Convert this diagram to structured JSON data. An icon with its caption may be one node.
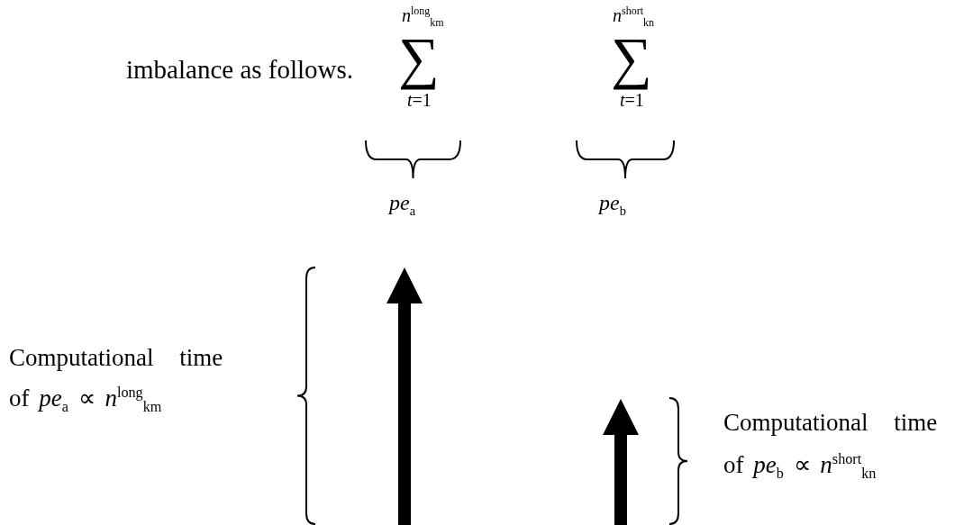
{
  "diagram": {
    "labels": [
      "imbalance as follows.",
      "*n*$^{long}$$_{km}$",
      "∑",
      "*t*=1",
      "*n*$^{short}$$_{kn}$",
      "∑",
      "*t*=1",
      "*pe*$_{a}$",
      "*pe*$_{b}$",
      "Computational time",
      "of *pe*$_{a}$ ∝ *n*$^{long}$$_{km}$",
      "Computational time",
      "of *pe*$_{b}$ ∝ *n*$^{short}$$_{kn}$"
    ]
  }
}
